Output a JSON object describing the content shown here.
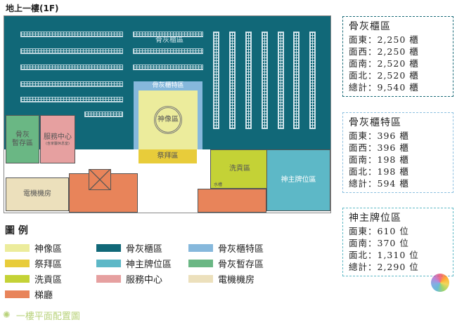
{
  "title": "地上一樓(1F)",
  "rooms": {
    "columbarium": "骨灰櫃區",
    "special": "骨灰櫃特區",
    "statue": "神像區",
    "offering": "祭拜區",
    "storage_line1": "骨灰",
    "storage_line2": "暫存區",
    "service": "服務中心",
    "service_note": "(含家屬休息室)",
    "wash": "洗貢區",
    "tablet": "神主牌位區",
    "electric": "電機機房",
    "sink": "水槽"
  },
  "stats": [
    {
      "heading": "骨灰櫃區",
      "color": "#1a6b78",
      "rows": [
        "面東：2,250 櫃",
        "面西：2,250 櫃",
        "面南：2,520 櫃",
        "面北：2,520 櫃",
        "總計：9,540 櫃"
      ]
    },
    {
      "heading": "骨灰櫃特區",
      "color": "#8dc0e0",
      "rows": [
        "面東：396 櫃",
        "面西：396 櫃",
        "面南：198 櫃",
        "面北：198 櫃",
        "總計：594 櫃"
      ]
    },
    {
      "heading": "神主牌位區",
      "color": "#5fb9c6",
      "rows": [
        "面東：610 位",
        "面南：370 位",
        "面北：1,310 位",
        "總計：2,290 位"
      ]
    }
  ],
  "legend": {
    "title": "圖 例",
    "items": [
      {
        "label": "神像區",
        "color": "#ecec9c"
      },
      {
        "label": "祭拜區",
        "color": "#e8cc3a"
      },
      {
        "label": "洗貢區",
        "color": "#c4d236"
      },
      {
        "label": "梯廳",
        "color": "#e8845a"
      },
      {
        "label": "骨灰櫃區",
        "color": "#116878"
      },
      {
        "label": "神主牌位區",
        "color": "#5db8c7"
      },
      {
        "label": "服務中心",
        "color": "#e6a0a0"
      },
      {
        "label": "骨灰櫃特區",
        "color": "#86b8dc"
      },
      {
        "label": "骨灰暫存區",
        "color": "#6ab784"
      },
      {
        "label": "電機機房",
        "color": "#ece0bc"
      }
    ]
  },
  "footer": "一樓平面配置圖"
}
